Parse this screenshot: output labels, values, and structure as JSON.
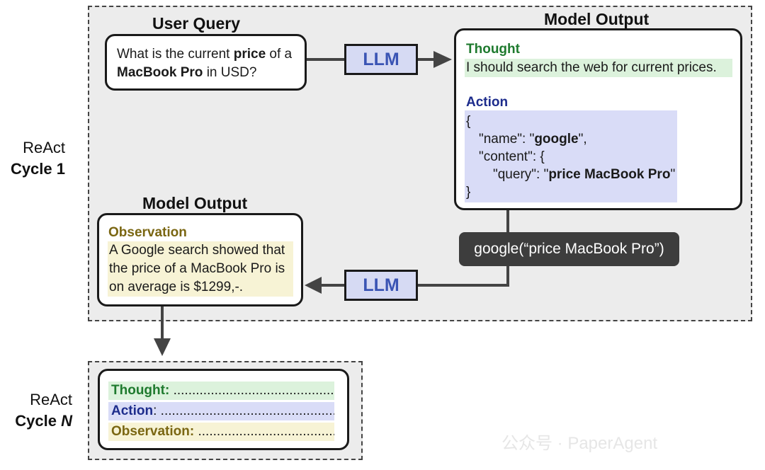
{
  "user_query": {
    "heading": "User Query",
    "text_1": "What is the current ",
    "text_2": "price",
    "text_3": " of a",
    "text_4": "MacBook Pro",
    "text_5": " in USD?"
  },
  "llm_label": "LLM",
  "model_output_top": {
    "heading": "Model Output",
    "thought_label": "Thought",
    "thought_text": "I should search the web for current prices.",
    "action_label": "Action",
    "code_open": "{",
    "code_name_key": "\"name\": \"",
    "code_name_val": "google",
    "code_name_end": "\",",
    "code_content_key": "\"content\": {",
    "code_query_key": "\"query\": \"",
    "code_query_val": "price MacBook Pro",
    "code_query_end": "\"",
    "code_close": "}"
  },
  "tool_call": "google(“price MacBook Pro”)",
  "model_output_bottom": {
    "heading": "Model Output",
    "observation_label": "Observation",
    "observation_line1": "A Google search showed that",
    "observation_line2": "the price of a MacBook Pro is",
    "observation_line3": "on average is $1299,-."
  },
  "cycle_1": {
    "line1": "ReAct",
    "line2": "Cycle 1"
  },
  "cycle_n": {
    "line1": "ReAct",
    "line2_a": "Cycle ",
    "line2_b": "N"
  },
  "summary": {
    "thought": "Thought:",
    "thought_dots": " ..............................................",
    "action": "Action",
    "action_colon": ":",
    "action_dots": " ...............................................",
    "observation": "Observation:",
    "observation_dots": " ......................................"
  },
  "watermark": "公众号 · PaperAgent"
}
